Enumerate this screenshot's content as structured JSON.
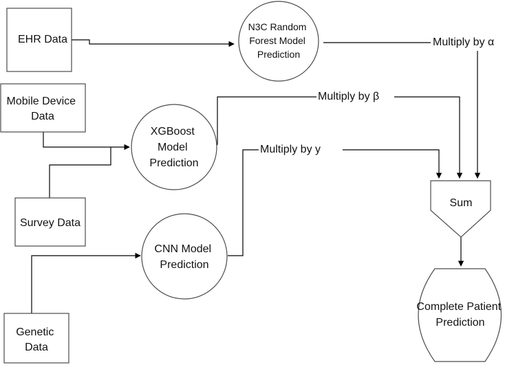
{
  "nodes": {
    "ehr_data": "EHR Data",
    "mobile_device_data": [
      "Mobile Device",
      "Data"
    ],
    "survey_data": "Survey Data",
    "genetic_data": [
      "Genetic",
      "Data"
    ],
    "n3c_model": [
      "N3C Random",
      "Forest Model",
      "Prediction"
    ],
    "xgboost_model": [
      "XGBoost",
      "Model",
      "Prediction"
    ],
    "cnn_model": [
      "CNN Model",
      "Prediction"
    ],
    "sum": "Sum",
    "complete_prediction": [
      "Complete Patient",
      "Prediction"
    ]
  },
  "labels": {
    "multiply_alpha": "Multiply by α",
    "multiply_beta": "Multiply by  β",
    "multiply_gamma": "Multiply by y"
  }
}
